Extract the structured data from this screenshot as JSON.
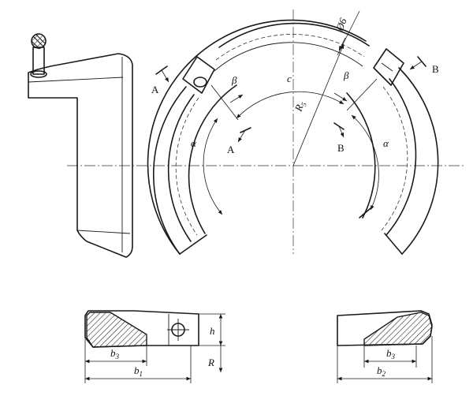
{
  "labels": {
    "section_a": "A",
    "section_b": "B",
    "alpha": "α",
    "beta": "β",
    "arc_c": "c",
    "radius_main": "R",
    "radius_main_sub": "5",
    "diameter": "Ø6",
    "height_h": "h",
    "radius_r": "R",
    "b1_main": "b",
    "b1_sub": "1",
    "b2_main": "b",
    "b2_sub": "2",
    "b3_main": "b",
    "b3_sub": "3"
  }
}
